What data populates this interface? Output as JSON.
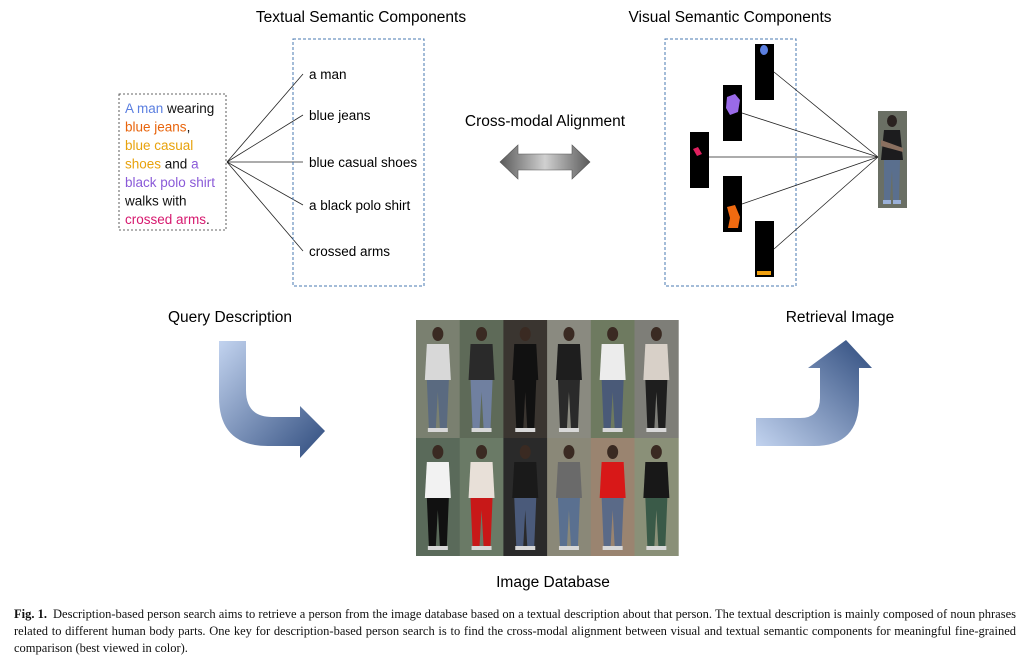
{
  "titles": {
    "textual": "Textual Semantic Components",
    "visual": "Visual Semantic Components",
    "alignment": "Cross-modal Alignment",
    "query": "Query Description",
    "retrieval": "Retrieval Image",
    "database": "Image Database"
  },
  "description_lines": [
    [
      {
        "t": "A man",
        "c": "#5b7fe0"
      },
      {
        "t": " wearing",
        "c": "#111111"
      }
    ],
    [
      {
        "t": "blue jeans",
        "c": "#e8640c"
      },
      {
        "t": ",",
        "c": "#111111"
      }
    ],
    [
      {
        "t": "blue casual",
        "c": "#e8a20c"
      }
    ],
    [
      {
        "t": "shoes",
        "c": "#e8a20c"
      },
      {
        "t": " and ",
        "c": "#111111"
      },
      {
        "t": "a",
        "c": "#8a5ad8"
      }
    ],
    [
      {
        "t": "black polo shirt",
        "c": "#8a5ad8"
      }
    ],
    [
      {
        "t": "walks with",
        "c": "#111111"
      }
    ],
    [
      {
        "t": "crossed arms",
        "c": "#d6186e"
      },
      {
        "t": ".",
        "c": "#111111"
      }
    ]
  ],
  "phrases": [
    "a man",
    "blue jeans",
    "blue casual shoes",
    "a black polo shirt",
    "crossed arms"
  ],
  "visual_parts": [
    {
      "name": "head-mask",
      "color": "#5b7fe0"
    },
    {
      "name": "shirt-mask",
      "color": "#9a6ae8"
    },
    {
      "name": "arms-mask",
      "color": "#e0205f"
    },
    {
      "name": "jeans-mask",
      "color": "#f06a10"
    },
    {
      "name": "shoes-mask",
      "color": "#f0a010"
    }
  ],
  "colors": {
    "dashed_border": "#4a78b0",
    "arrow_dark": "#3c5a8c",
    "arrow_light": "#b4c8ea"
  },
  "caption": {
    "label": "Fig. 1.",
    "text": "Description-based person search aims to retrieve a person from the image database based on a textual description about that person. The textual description is mainly composed of noun phrases related to different human body parts. One key for description-based person search is to find the cross-modal alignment between visual and textual semantic components for meaningful fine-grained comparison (best viewed in color)."
  }
}
